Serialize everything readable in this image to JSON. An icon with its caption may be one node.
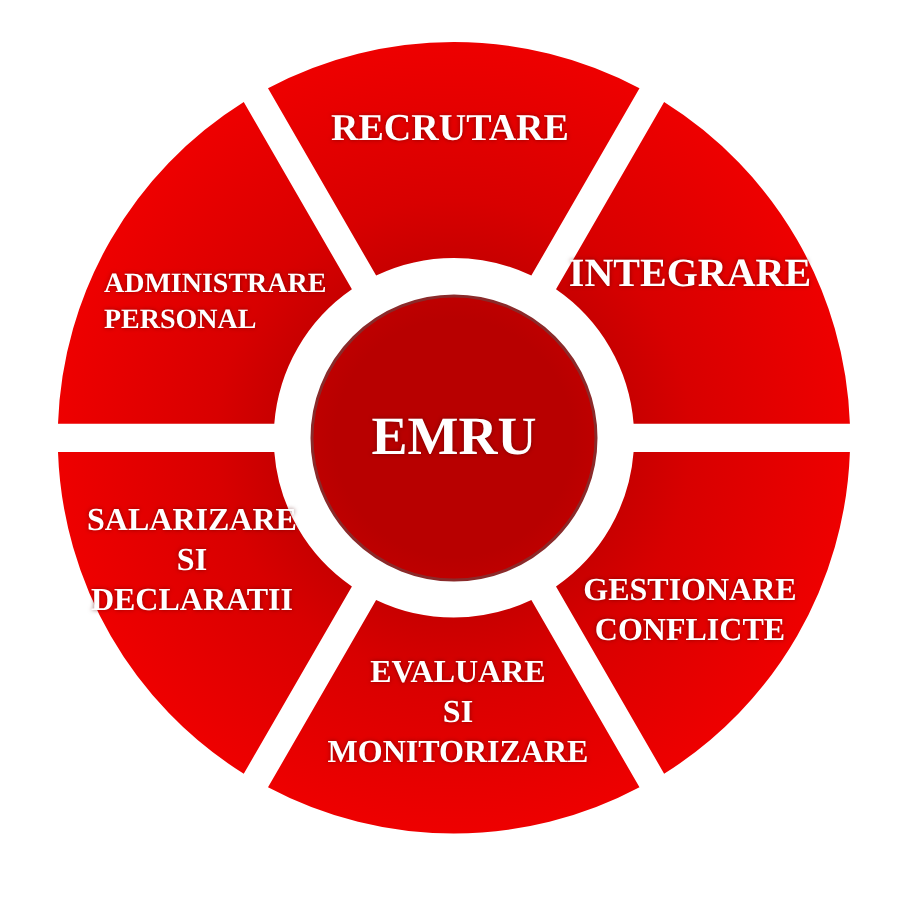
{
  "diagram": {
    "nodes": [
      {
        "text": [
          "EMRU"
        ]
      },
      {
        "text": [
          "RECRUTARE"
        ]
      },
      {
        "text": [
          "INTEGRARE"
        ]
      },
      {
        "text": [
          "GESTIONARE CONFLICTE"
        ]
      },
      {
        "text": [
          "EVALUARE SI MONITORIZARE"
        ]
      },
      {
        "text": [
          "SALARIZARE SI DECLARATII"
        ]
      },
      {
        "text": [
          "ADMINISTRARE PERSONAL"
        ]
      }
    ]
  }
}
